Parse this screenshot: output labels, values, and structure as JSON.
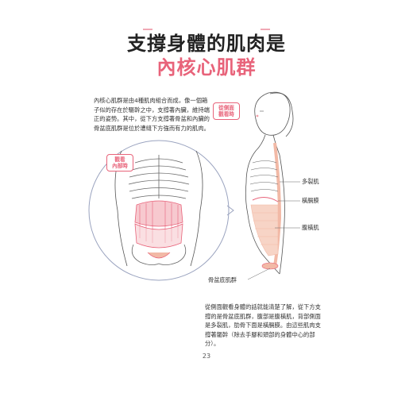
{
  "header": {
    "title_line1": "支撐身體的肌肉是",
    "title_line2": "內核心肌群"
  },
  "intro_text": "內核心肌群是由4種肌肉組合而成，像一個箱子似的存在於驅幹之中，支撐著內臟，維持端正的姿勢。其中，從下方支撐著骨盆和內臟的骨盆底肌群是位於遭縫下方強而有力的肌肉。",
  "badges": {
    "inner_view": "觀看\n內部時",
    "side_view": "從側面\n觀看時"
  },
  "muscle_labels": {
    "multifidus": "多裂肌",
    "diaphragm": "橫膈膜",
    "transversus": "腹橫肌",
    "pelvic_floor": "骨盆底肌群"
  },
  "side_text": "從側面觀看身體的話就能清楚了解，從下方支撐的是骨盆底肌群，腹部是腹橫肌，背部側面是多裂肌，肋骨下面是橫膈膜。由這些肌肉支撐著軀幹（除去手腳和頭部的身體中心的部分）。",
  "page_number": "23",
  "colors": {
    "accent": "#e8637a",
    "muscle": "#f2b9a6",
    "line": "#9aa3bf"
  }
}
